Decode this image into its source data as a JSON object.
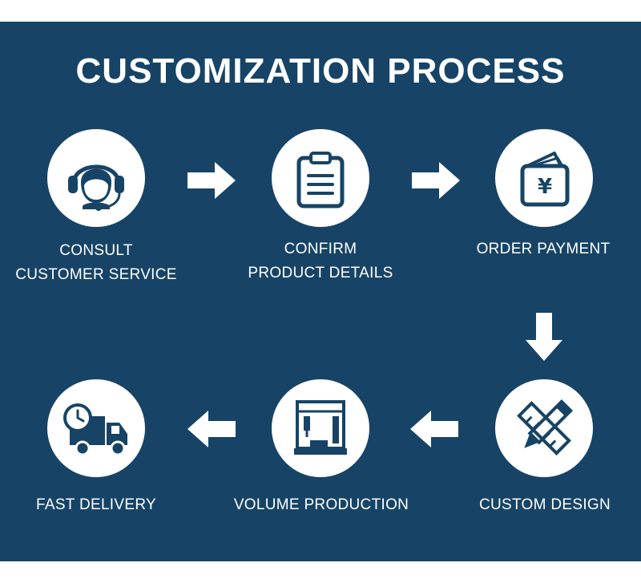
{
  "title": "CUSTOMIZATION PROCESS",
  "colors": {
    "background": "#174466",
    "icon": "#174466",
    "text": "#ffffff"
  },
  "steps": [
    {
      "icon": "headset-agent-icon",
      "label_line1": "CONSULT",
      "label_line2": "CUSTOMER SERVICE"
    },
    {
      "icon": "clipboard-icon",
      "label_line1": "CONFIRM",
      "label_line2": "PRODUCT DETAILS"
    },
    {
      "icon": "yen-wallet-icon",
      "label_line1": "ORDER PAYMENT"
    },
    {
      "icon": "pencil-ruler-icon",
      "label_line1": "CUSTOM DESIGN"
    },
    {
      "icon": "machine-icon",
      "label_line1": "VOLUME PRODUCTION"
    },
    {
      "icon": "delivery-truck-icon",
      "label_line1": "FAST DELIVERY"
    }
  ]
}
